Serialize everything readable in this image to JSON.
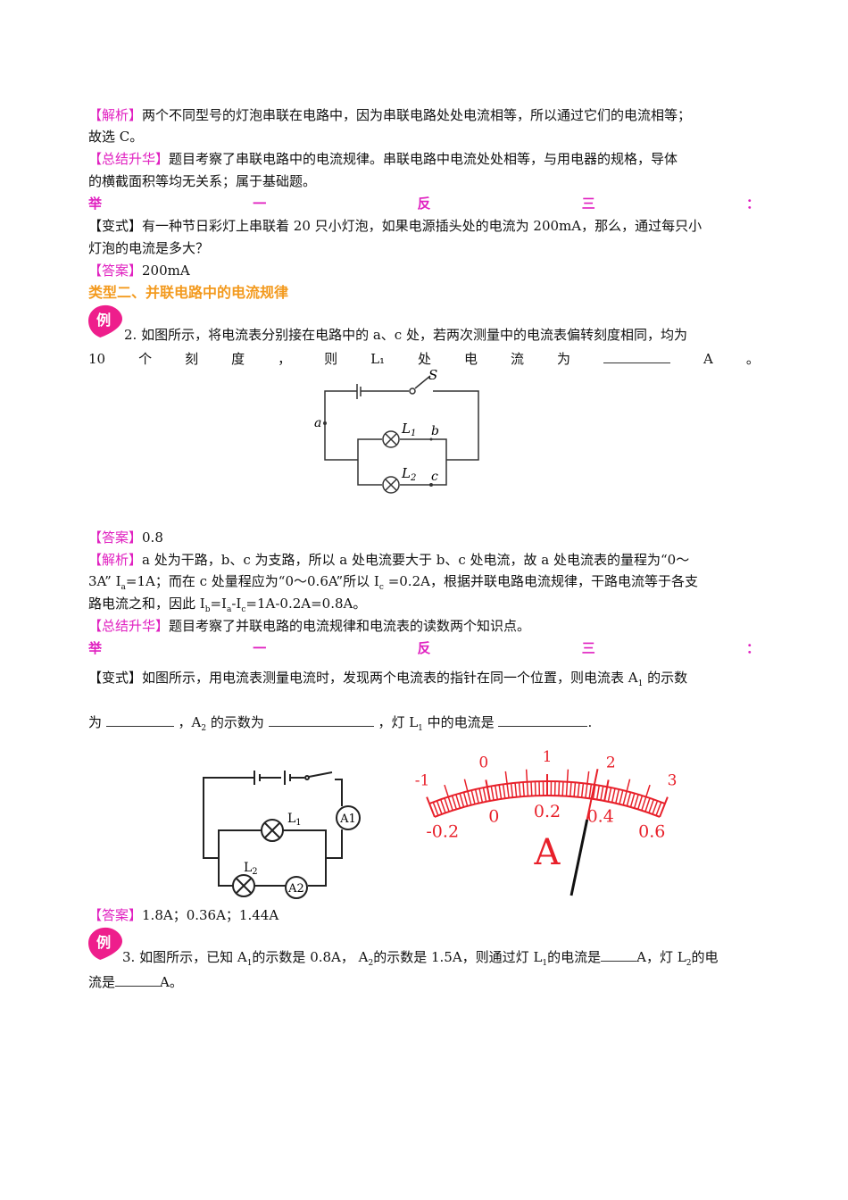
{
  "p1": {
    "label": "【解析】",
    "line1": "两个不同型号的灯泡串联在电路中，因为串联电路处处电流相等，所以通过它们的电流相等；",
    "line2": "故选 C。"
  },
  "p2": {
    "label": "【总结升华】",
    "line1": "题目考察了串联电路中的电流规律。串联电路中电流处处相等，与用电器的规格，导体",
    "line2": "的横截面积等均无关系；属于基础题。"
  },
  "juyi": [
    "举",
    "一",
    "反",
    "三",
    "："
  ],
  "p3": {
    "label": "【变式】",
    "line1": "有一种节日彩灯上串联着 20 只小灯泡，如果电源插头处的电流为 200mA，那么，通过每只小",
    "line2": "灯泡的电流是多大？"
  },
  "p4": {
    "label": "【答案】",
    "text": "200mA"
  },
  "heading": "类型二、并联电路中的电流规律",
  "badge": "例",
  "q2": {
    "line1": "2. 如图所示，将电流表分别接在电路中的 a、c 处，若两次测量中的电流表偏转刻度相同，均为",
    "spread": [
      "10",
      "个",
      "刻",
      "度",
      "，",
      "则",
      "L₁",
      "处",
      "电",
      "流",
      "为"
    ],
    "unit": "A",
    "end": "。"
  },
  "fig1": {
    "s": "S",
    "a": "a",
    "b": "b",
    "c": "c",
    "l1": "L",
    "l1sub": "1",
    "l2": "L",
    "l2sub": "2"
  },
  "a2": {
    "label": "【答案】",
    "text": "0.8"
  },
  "an2": {
    "label": "【解析】",
    "line1": "a 处为干路，b、c 为支路，所以 a 处电流要大于 b、c 处电流，故 a 处电流表的量程为“0～",
    "l2a": "3A”  I",
    "l2sa": "a",
    "l2b": "=1A；而在 c 处量程应为“0～0.6A”所以 I",
    "l2sc": "c",
    "l2c": " =0.2A，根据并联电路电流规律，干路电流等于各支",
    "l3a": "路电流之和，因此 I",
    "l3s1": "b",
    "l3b": "=I",
    "l3s2": "a",
    "l3c": "-I",
    "l3s3": "c",
    "l3d": "=1A-0.2A=0.8A。"
  },
  "sum2": {
    "label": "【总结升华】",
    "text": "题目考察了并联电路的电流规律和电流表的读数两个知识点。"
  },
  "v2": {
    "label": "【变式】",
    "line1": "如图所示，用电流表测量电流时，发现两个电流表的指针在同一个位置，则电流表 A",
    "line1sub": "1",
    "line1end": " 的示数",
    "l2a": "为 ",
    "l2b": " ，A",
    "l2sub": "2",
    "l2c": " 的示数为 ",
    "l2d": " ，灯 L",
    "l2sub2": "1",
    "l2e": " 中的电流是 ",
    "l2f": "."
  },
  "fig2": {
    "l1": "L",
    "l1sub": "1",
    "l2": "L",
    "l2sub": "2",
    "a1": "A1",
    "a2": "A2"
  },
  "meter": {
    "top_labels": [
      "-1",
      "0",
      "1",
      "2",
      "3"
    ],
    "bottom_labels": [
      "-0.2",
      "0",
      "0.2",
      "0.4",
      "0.6"
    ],
    "unit": "A",
    "needle_reading_top": 1.8,
    "color": "#e8202a"
  },
  "a3": {
    "label": "【答案】",
    "text": "1.8A；0.36A；1.44A"
  },
  "q3": {
    "a": "3. 如图所示，已知 A",
    "s1": "1",
    "b": "的示数是 0.8A，  A",
    "s2": "2",
    "c": "的示数是 1.5A，则通过灯 L",
    "s3": "1",
    "d": "的电流是",
    "e": "A，灯 L",
    "s4": "2",
    "f": "的电",
    "line2a": "流是",
    "line2b": "A。"
  }
}
